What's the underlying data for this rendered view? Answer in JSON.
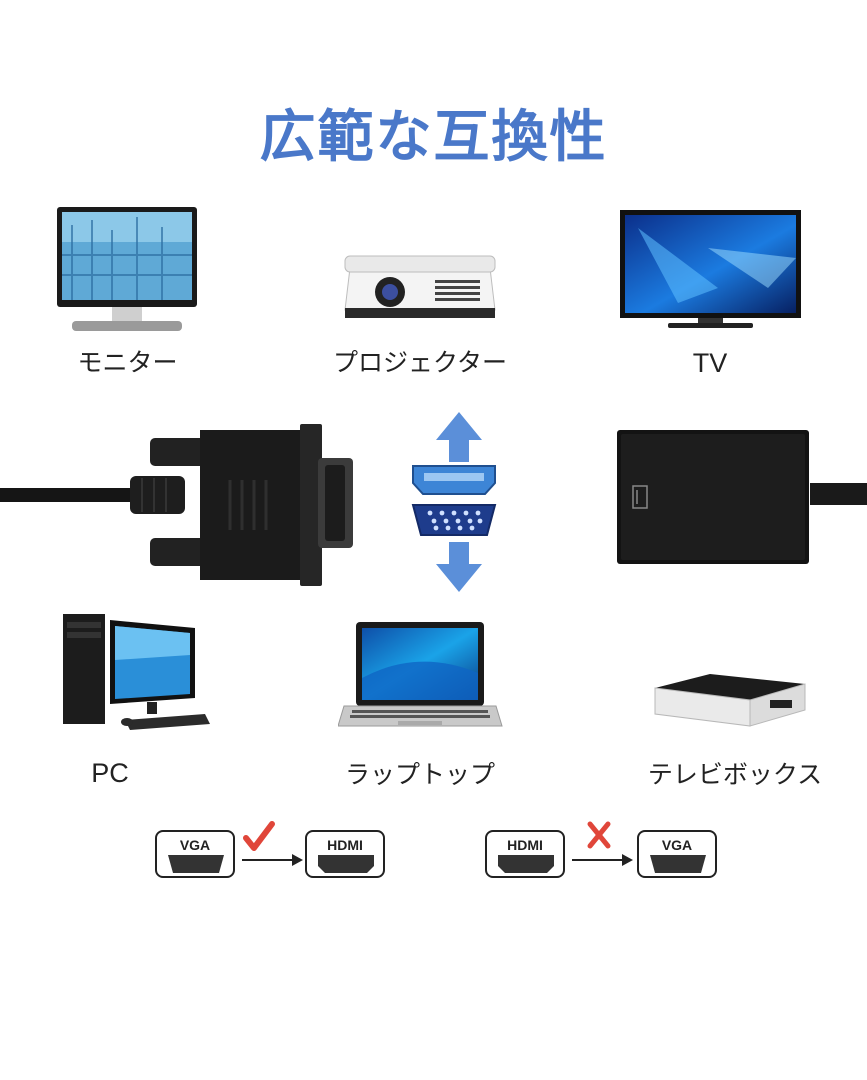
{
  "title": "広範な互換性",
  "devices": {
    "monitor": "モニター",
    "projector": "プロジェクター",
    "tv": "TV",
    "pc": "PC",
    "laptop": "ラップトップ",
    "tvbox": "テレビボックス"
  },
  "conversion": {
    "supported": {
      "from": "VGA",
      "to": "HDMI"
    },
    "unsupported": {
      "from": "HDMI",
      "to": "VGA"
    }
  },
  "colors": {
    "title": "#4a78c9",
    "arrow": "#5b8fd9",
    "check": "#e0463a",
    "cross": "#e0463a"
  }
}
